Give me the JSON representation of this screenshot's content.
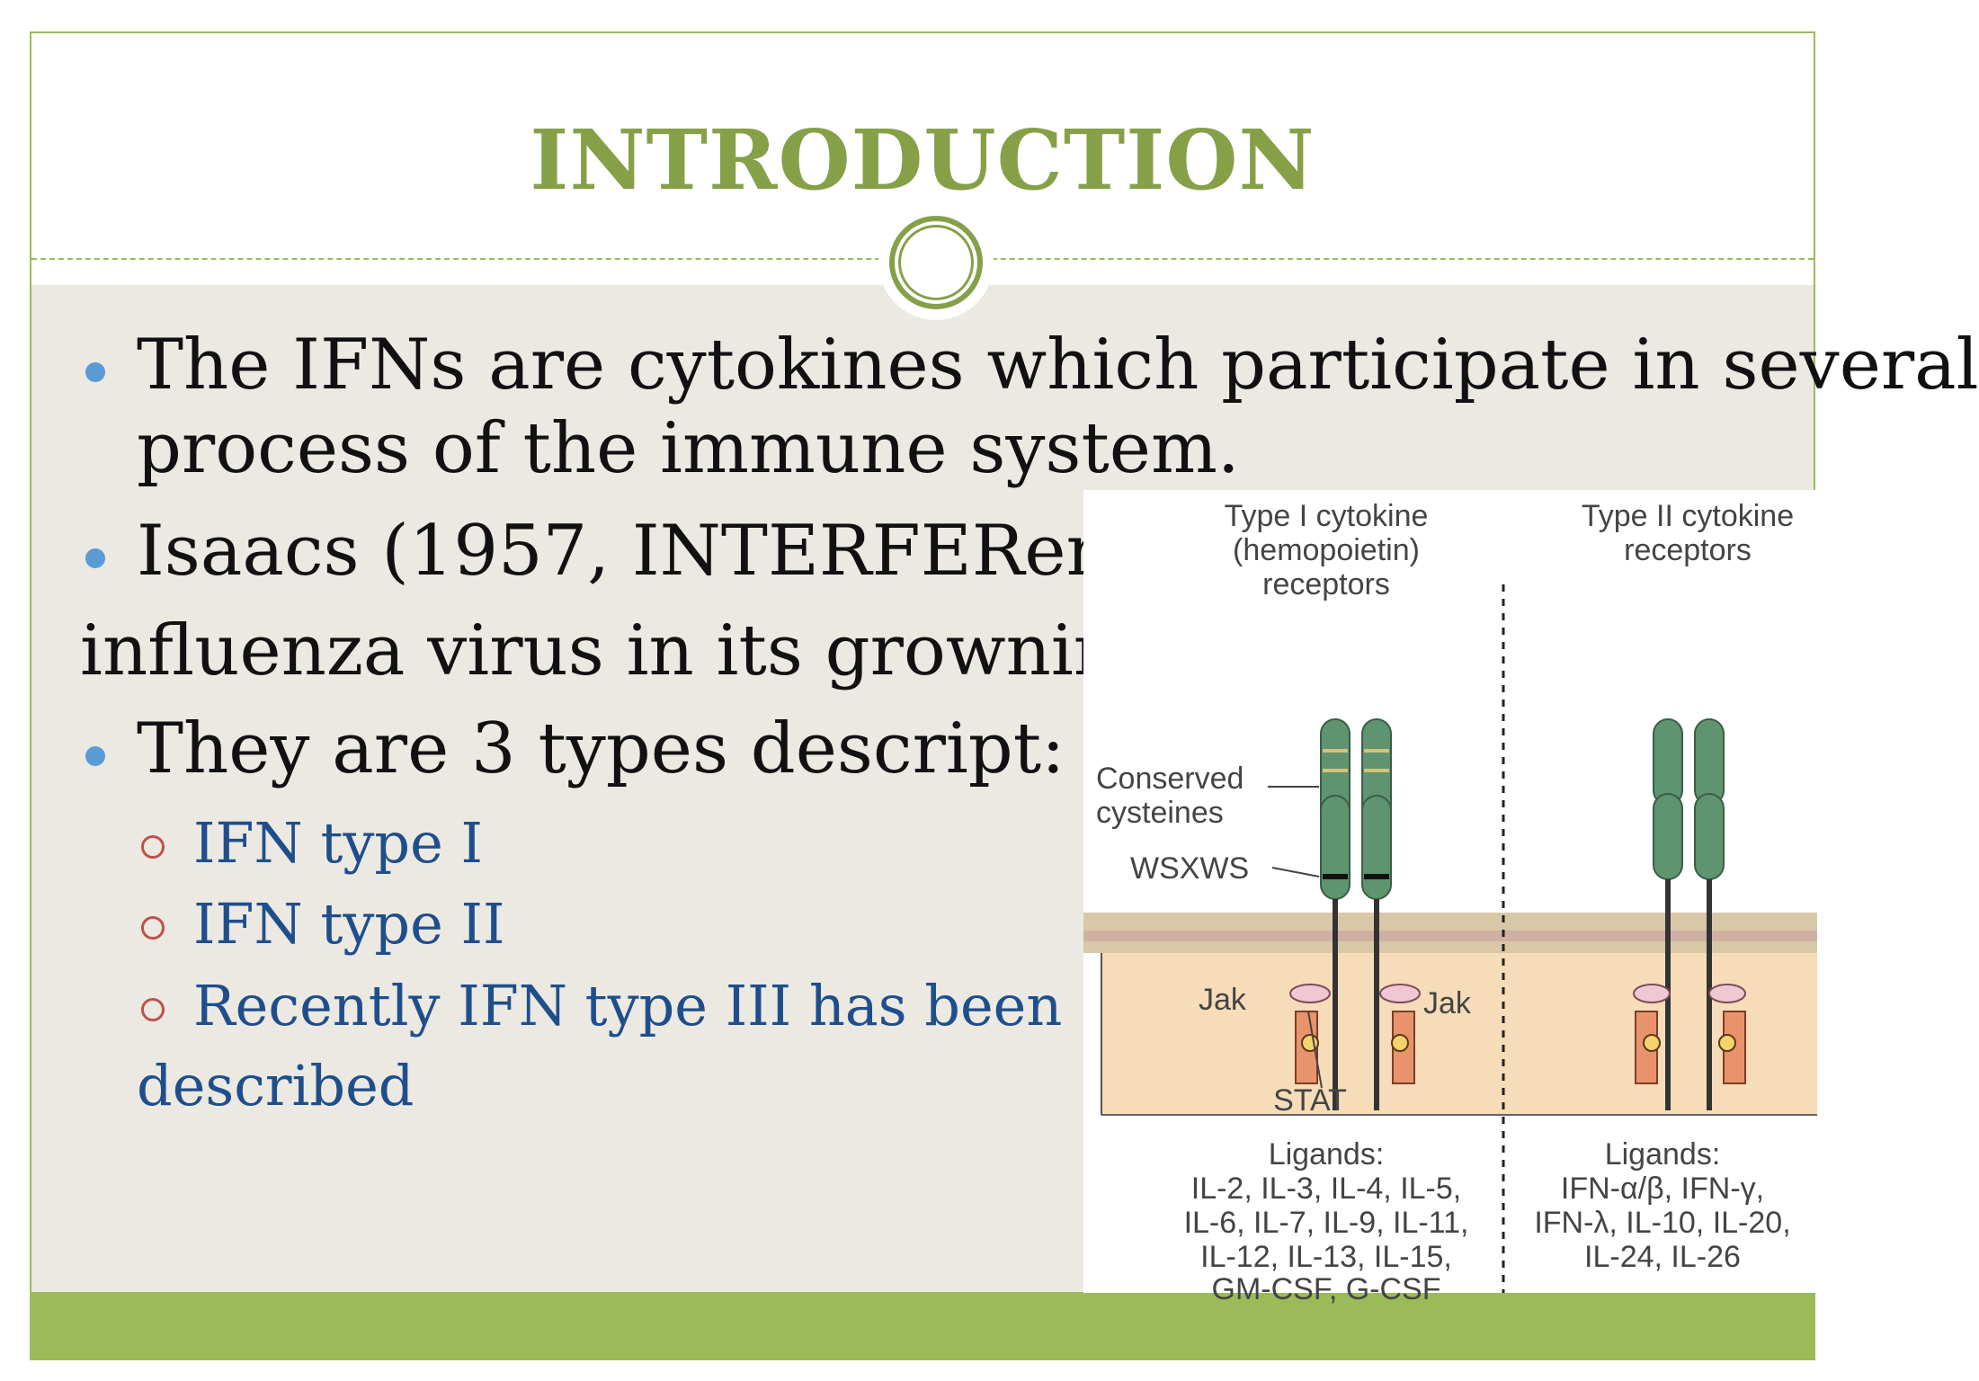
{
  "slide": {
    "title": "INTRODUCTION",
    "bullets": [
      {
        "line1": "The IFNs are cytokines which participate in several",
        "line2": "process of the immune system."
      },
      {
        "line1": "Isaacs (1957, INTERFERence",
        "line2": "influenza virus in its growning)"
      },
      {
        "line1": "They are 3 types descript:"
      }
    ],
    "sub_bullets": [
      {
        "text": "IFN type I"
      },
      {
        "text": "IFN type II"
      },
      {
        "text": "Recently IFN type III has been",
        "text2": "described"
      }
    ]
  },
  "figure": {
    "type1_header": [
      "Type I cytokine",
      "(hemopoietin)",
      "receptors"
    ],
    "type2_header": [
      "Type II cytokine",
      "receptors"
    ],
    "labels": {
      "conserved": [
        "Conserved",
        "cysteines"
      ],
      "wsxws": "WSXWS",
      "jak_left": "Jak",
      "jak_right": "Jak",
      "stat": "STAT"
    },
    "ligands_left": [
      "Ligands:",
      "IL-2, IL-3, IL-4, IL-5,",
      "IL-6, IL-7, IL-9, IL-11,",
      "IL-12, IL-13, IL-15,",
      "GM-CSF, G-CSF"
    ],
    "ligands_right": [
      "Ligands:",
      "IFN-α/β, IFN-γ,",
      "IFN-λ, IL-10, IL-20,",
      "IL-24, IL-26"
    ]
  },
  "colors": {
    "accent_green": "#9bbb59",
    "title_green": "#86a048",
    "content_bg": "#ebe9e1",
    "bullet_blue": "#5b9bd5",
    "sub_bullet_red": "#c0504d",
    "sub_text_blue": "#1f4e8c"
  }
}
